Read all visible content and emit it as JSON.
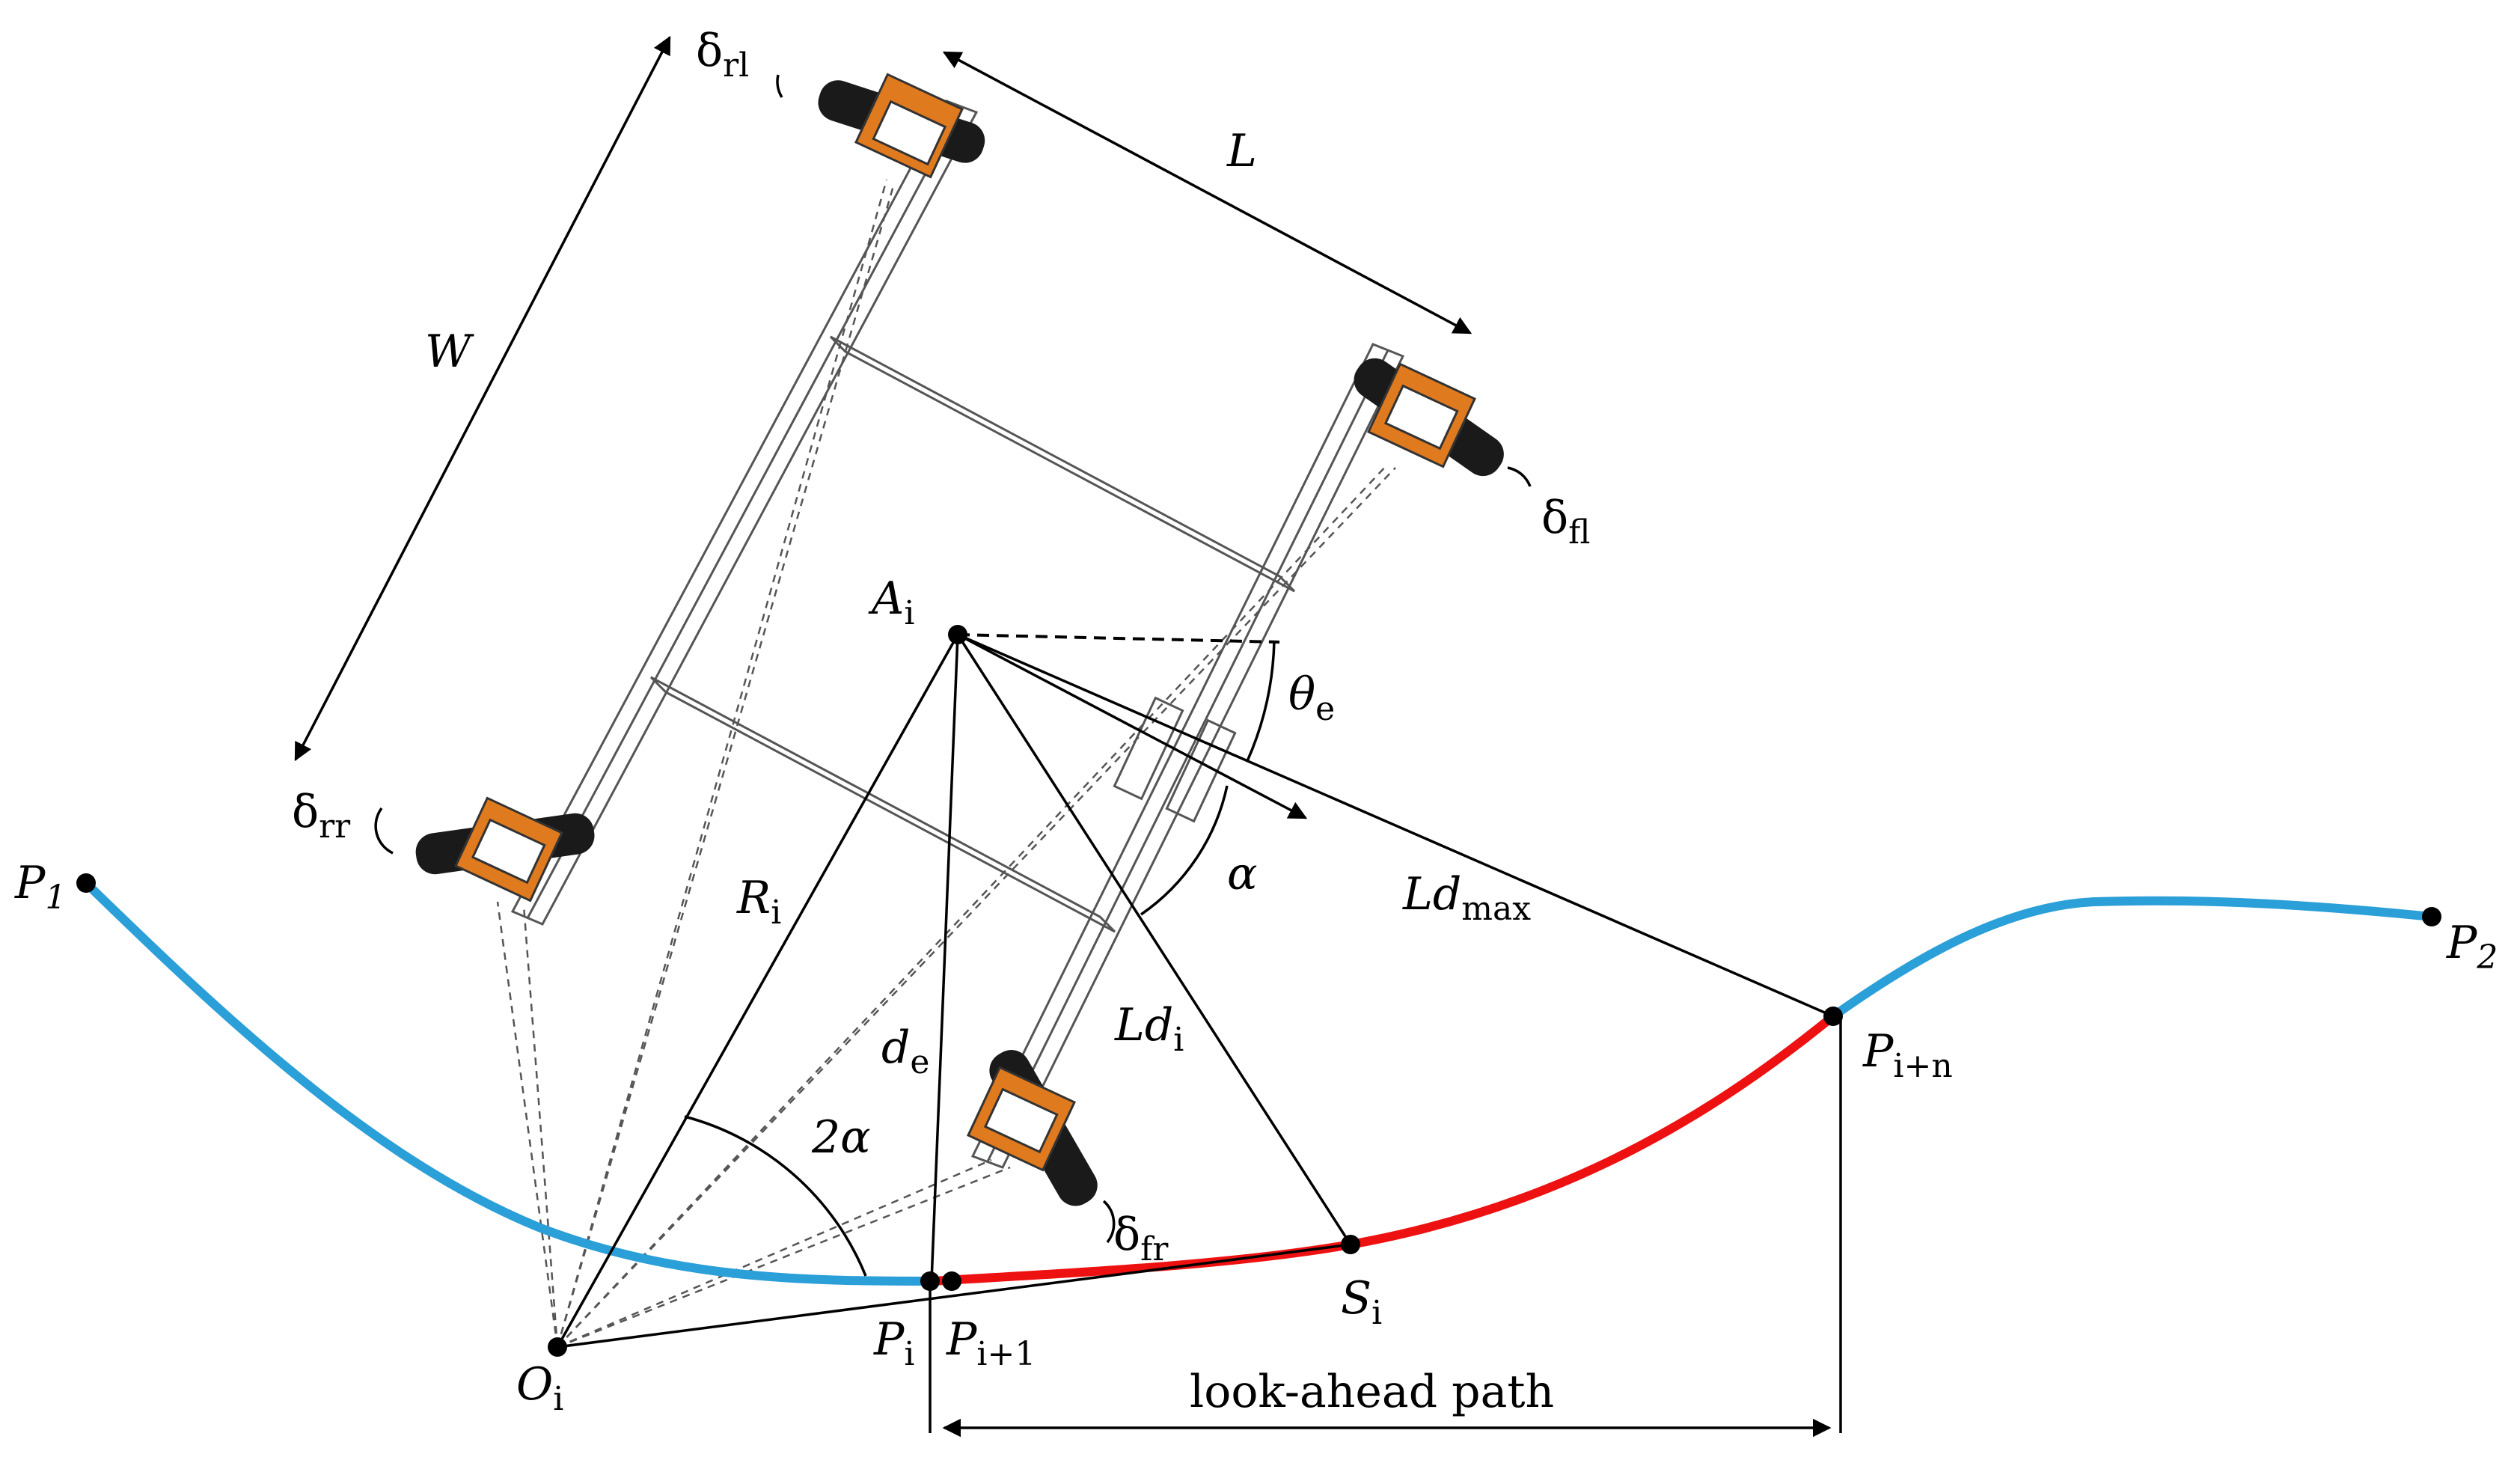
{
  "labels": {
    "P": "P",
    "one": "1",
    "two": "2",
    "i": "i",
    "i_plus_1": "i+1",
    "i_plus_n": "i+n",
    "e": "e",
    "rl": "rl",
    "rr": "rr",
    "fl": "fl",
    "fr": "fr",
    "max": "max",
    "O": "O",
    "A": "A",
    "S": "S",
    "R": "R",
    "d": "d",
    "Ld": "Ld",
    "W": "W",
    "L": "L",
    "delta": "δ",
    "alpha": "α",
    "two_alpha": "2α",
    "theta": "θ",
    "look_ahead_path": "look-ahead path"
  },
  "colors": {
    "path_outside": "#2a9fd8",
    "path_lookahead": "#ee1111",
    "line": "#000000",
    "frame": "#555555",
    "wheel": "#1a1a1a",
    "bracket": "#e07a1f"
  }
}
